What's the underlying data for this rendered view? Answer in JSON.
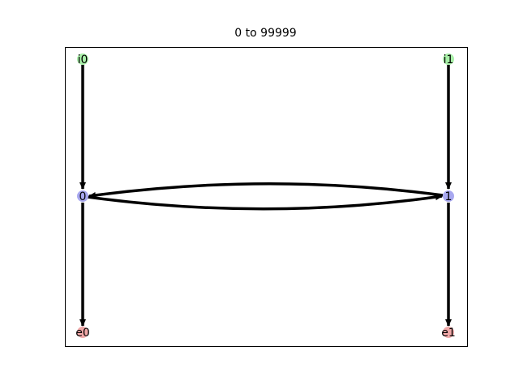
{
  "title": "0 to 99999",
  "colors": {
    "input_node": "#a8f0a8",
    "internal_node": "#a8a8f0",
    "exit_node": "#f0a8a8",
    "edge": "#000000",
    "frame": "#000000"
  },
  "nodes": [
    {
      "id": "i0",
      "label": "i0",
      "kind": "input"
    },
    {
      "id": "i1",
      "label": "i1",
      "kind": "input"
    },
    {
      "id": "n0",
      "label": "0",
      "kind": "internal"
    },
    {
      "id": "n1",
      "label": "1",
      "kind": "internal"
    },
    {
      "id": "e0",
      "label": "e0",
      "kind": "exit"
    },
    {
      "id": "e1",
      "label": "e1",
      "kind": "exit"
    }
  ],
  "edges": [
    {
      "from": "i0",
      "to": "n0"
    },
    {
      "from": "i1",
      "to": "n1"
    },
    {
      "from": "n0",
      "to": "n1"
    },
    {
      "from": "n1",
      "to": "n0"
    },
    {
      "from": "n0",
      "to": "e0"
    },
    {
      "from": "n1",
      "to": "e1"
    }
  ]
}
